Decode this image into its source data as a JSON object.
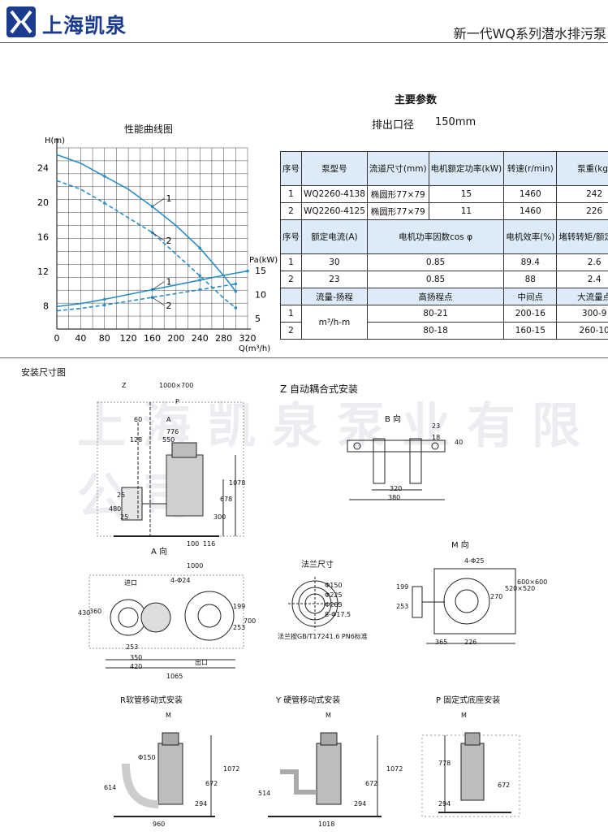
{
  "header": {
    "company": "上海凯泉",
    "series_title": "新一代WQ系列潜水排污泵"
  },
  "chart": {
    "title": "性能曲线图"
  },
  "chart_data": {
    "type": "line",
    "title": "性能曲线图",
    "xlabel": "Q(m³/h)",
    "ylabel_left": "H(m)",
    "ylabel_right": "Pa(kW)",
    "x_ticks": [
      0,
      40,
      80,
      120,
      160,
      200,
      240,
      280,
      320
    ],
    "y_ticks_head": [
      8,
      12,
      16,
      20,
      24
    ],
    "y_ticks_power": [
      5,
      10,
      15
    ],
    "xlim": [
      0,
      320
    ],
    "grid": true,
    "series": [
      {
        "name": "1",
        "kind": "head",
        "x": [
          0,
          40,
          80,
          120,
          160,
          200,
          240,
          280,
          300
        ],
        "y": [
          25.5,
          24.5,
          23.0,
          21.5,
          19.5,
          17.3,
          14.7,
          11.5,
          9.7
        ]
      },
      {
        "name": "2",
        "kind": "head",
        "x": [
          0,
          40,
          80,
          120,
          160,
          200,
          240,
          280,
          300
        ],
        "y": [
          22.5,
          21.5,
          19.9,
          18.2,
          16.5,
          14.0,
          11.5,
          8.9,
          7.8
        ]
      },
      {
        "name": "1",
        "kind": "power",
        "x": [
          0,
          40,
          80,
          120,
          160,
          200,
          240,
          280,
          320
        ],
        "y": [
          7.5,
          8.1,
          9.0,
          10.0,
          11.0,
          12.0,
          13.0,
          14.0,
          14.9
        ]
      },
      {
        "name": "2",
        "kind": "power",
        "x": [
          0,
          40,
          80,
          120,
          160,
          200,
          240,
          280,
          300
        ],
        "y": [
          6.6,
          7.1,
          7.8,
          8.6,
          9.4,
          10.2,
          11.0,
          11.8,
          12.2
        ]
      }
    ]
  },
  "params": {
    "title": "主要参数",
    "outlet_label": "排出口径",
    "outlet_value": "150mm",
    "header1": [
      "序号",
      "泵型号",
      "流道尺寸(mm)",
      "电机额定功率(kW)",
      "转速(r/min)",
      "泵重(kg)"
    ],
    "rows1": [
      [
        "1",
        "WQ2260-4138",
        "椭圆形77×79",
        "15",
        "1460",
        "242"
      ],
      [
        "2",
        "WQ2260-4125",
        "椭圆形77×79",
        "11",
        "1460",
        "226"
      ]
    ],
    "header2": [
      "序号",
      "额定电流(A)",
      "电机功率因数cos φ",
      "电机效率(%)",
      "堵转转矩/额定转矩"
    ],
    "rows2": [
      [
        "1",
        "30",
        "0.85",
        "89.4",
        "2.6"
      ],
      [
        "2",
        "23",
        "0.85",
        "88",
        "2.4"
      ]
    ],
    "header3": [
      "流量-扬程",
      "高扬程点",
      "中间点",
      "大流量点"
    ],
    "unit3": "m³/h-m",
    "rows3": [
      [
        "1",
        "80-21",
        "200-16",
        "300-9"
      ],
      [
        "2",
        "80-18",
        "160-15",
        "260-10"
      ]
    ]
  },
  "install": {
    "title": "安装尺寸图",
    "watermark": "上海凯泉泵业有限公司",
    "z_title": "Z 自动耦合式安装",
    "b_view": "B 向",
    "a_view": "A 向",
    "m_view": "M 向",
    "flange_title": "法兰尺寸",
    "flange_note": "法兰按GB/T17241.6 PN6标准",
    "flange_dims": [
      "Φ150",
      "Φ225",
      "Φ265",
      "8-Φ17.5"
    ],
    "r_title": "R软管移动式安装",
    "y_title": "Y 硬管移动式安装",
    "p_title": "P 固定式底座安装",
    "z_dims": [
      "1000×700",
      "60",
      "A",
      "776",
      "128",
      "550",
      "1078",
      "678",
      "25",
      "480",
      "25",
      "100",
      "116",
      "300",
      "P",
      "Z"
    ],
    "b_dims": [
      "320",
      "380",
      "23",
      "18",
      "40"
    ],
    "a_dims": [
      "1000",
      "4-Φ24",
      "430",
      "360",
      "199",
      "253",
      "700",
      "253",
      "350",
      "420",
      "1065",
      "进口",
      "出口"
    ],
    "m_dims": [
      "4-Φ25",
      "199",
      "253",
      "270",
      "520×520",
      "600×600",
      "365",
      "226"
    ],
    "r_dims": [
      "M",
      "Φ150",
      "614",
      "672",
      "1072",
      "294",
      "960"
    ],
    "y_dims": [
      "M",
      "514",
      "672",
      "1072",
      "294",
      "1018"
    ],
    "p_dims": [
      "M",
      "778",
      "672",
      "294"
    ]
  }
}
